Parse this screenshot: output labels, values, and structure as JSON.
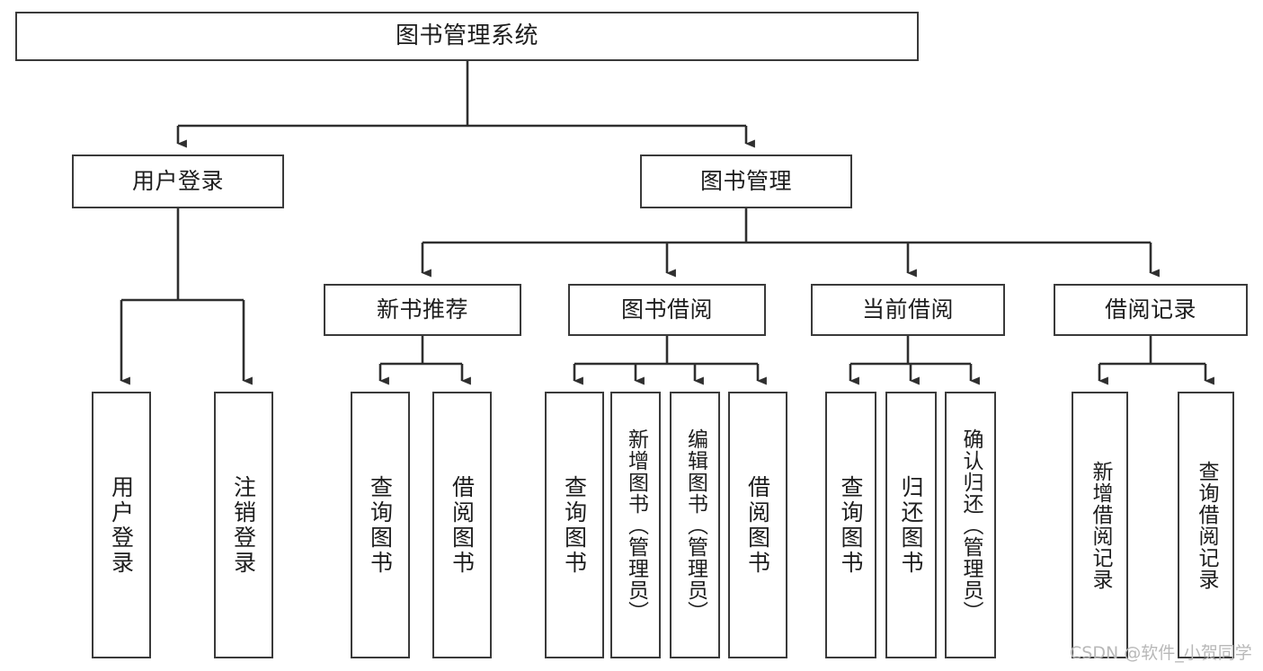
{
  "diagram": {
    "type": "tree-hierarchy",
    "title": "图书管理系统",
    "orientation": "top-down",
    "stroke_color": "#3a3a3a",
    "fill_color": "#ffffff",
    "text_color": "#1d1d1d",
    "watermark": "CSDN @软件_小贺同学"
  },
  "nodes": {
    "root": {
      "label": "图书管理系统",
      "level": 1
    },
    "l2": [
      {
        "id": "user-login",
        "label": "用户登录",
        "level": 2
      },
      {
        "id": "book-manage",
        "label": "图书管理",
        "level": 2
      }
    ],
    "l3": [
      {
        "id": "new-book-rec",
        "label": "新书推荐",
        "level": 3,
        "parent": "book-manage"
      },
      {
        "id": "book-borrow",
        "label": "图书借阅",
        "level": 3,
        "parent": "book-manage"
      },
      {
        "id": "current-borrow",
        "label": "当前借阅",
        "level": 3,
        "parent": "book-manage"
      },
      {
        "id": "borrow-record",
        "label": "借阅记录",
        "level": 3,
        "parent": "book-manage"
      }
    ],
    "leaves": [
      {
        "id": "leaf-user-login",
        "label": "用户登录",
        "parent": "user-login"
      },
      {
        "id": "leaf-logout-login",
        "label": "注销登录",
        "parent": "user-login"
      },
      {
        "id": "leaf-query-book-1",
        "label": "查询图书",
        "parent": "new-book-rec"
      },
      {
        "id": "leaf-borrow-book-1",
        "label": "借阅图书",
        "parent": "new-book-rec"
      },
      {
        "id": "leaf-query-book-2",
        "label": "查询图书",
        "parent": "book-borrow"
      },
      {
        "id": "leaf-add-book",
        "label": "新增图书（管理员）",
        "parent": "book-borrow"
      },
      {
        "id": "leaf-edit-book",
        "label": "编辑图书（管理员）",
        "parent": "book-borrow"
      },
      {
        "id": "leaf-borrow-book-2",
        "label": "借阅图书",
        "parent": "book-borrow"
      },
      {
        "id": "leaf-query-book-3",
        "label": "查询图书",
        "parent": "current-borrow"
      },
      {
        "id": "leaf-return-book",
        "label": "归还图书",
        "parent": "current-borrow"
      },
      {
        "id": "leaf-confirm-return",
        "label": "确认归还（管理员）",
        "parent": "current-borrow"
      },
      {
        "id": "leaf-add-record",
        "label": "新增借阅记录",
        "parent": "borrow-record"
      },
      {
        "id": "leaf-query-record",
        "label": "查询借阅记录",
        "parent": "borrow-record"
      }
    ]
  }
}
